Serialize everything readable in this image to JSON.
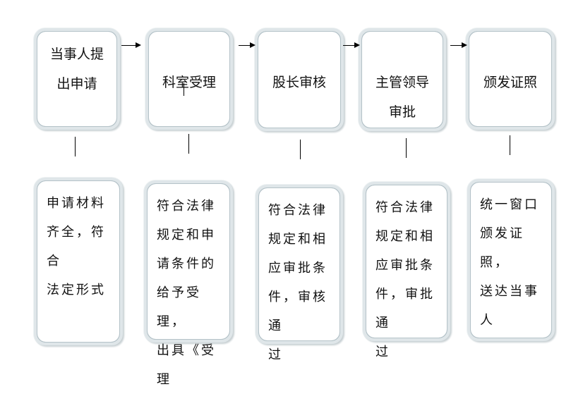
{
  "steps": [
    {
      "title": "当事人提\n出申请",
      "detail": "申请材料\n齐全，符合\n法定形式"
    },
    {
      "title": "科室受理",
      "detail": "符合法律\n规定和申\n请条件的\n给予受理，\n出具《受理"
    },
    {
      "title": "股长审核",
      "detail": "符合法律\n规定和相\n应审批条\n件，审核通\n过"
    },
    {
      "title": "主管领导\n审批",
      "detail": "符合法律\n规定和相\n应审批条\n件，审批通\n过"
    },
    {
      "title": "颁发证照",
      "detail": "统一窗口\n颁发证照，\n送达当事\n人"
    }
  ]
}
